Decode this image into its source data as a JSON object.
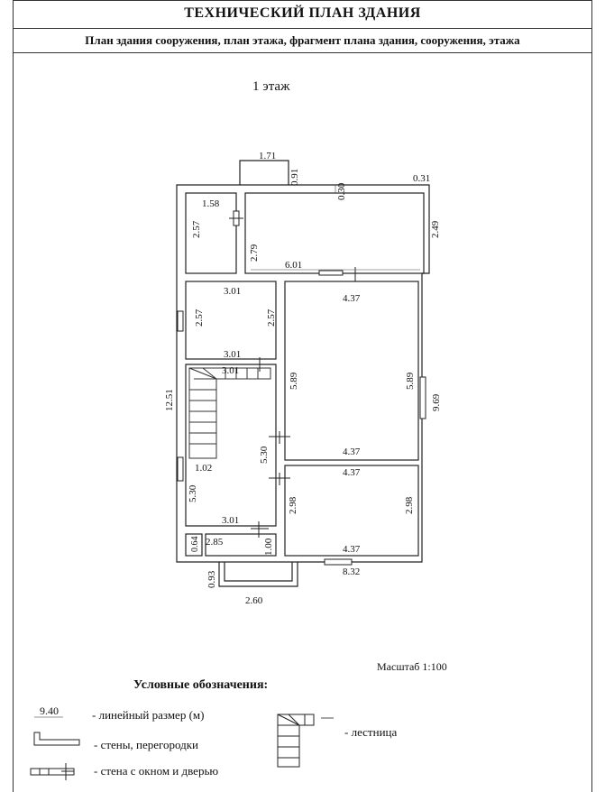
{
  "header": {
    "title": "ТЕХНИЧЕСКИЙ ПЛАН ЗДАНИЯ",
    "subtitle": "План здания сооружения, план этажа, фрагмент плана здания, сооружения, этажа"
  },
  "floor_label": "1 этаж",
  "dimensions": {
    "porch_top_w": "1.71",
    "porch_top_h": "0.91",
    "hall_gap": "0.30",
    "corner": "0.31",
    "room1_w": "1.58",
    "room1_h": "2.57",
    "hall_h": "2.79",
    "hall_w": "6.01",
    "right_top_h": "2.49",
    "room2_w": "3.01",
    "room2_h_left": "2.57",
    "room2_h_right": "2.57",
    "big_room_w_top": "4.37",
    "stair_w_top": "3.01",
    "stair_w_inner": "3.01",
    "total_h": "12.51",
    "big_room_h_left": "5.89",
    "big_room_h_right": "5.89",
    "right_total_h": "9.69",
    "corridor_h": "5.30",
    "big_room_w_bottom": "4.37",
    "room4_w_top": "4.37",
    "corridor_w": "1.02",
    "left_bottom_h": "5.30",
    "room4_h_left": "2.98",
    "room4_h_right": "2.98",
    "corridor_w_bottom": "3.01",
    "small_h": "0.64",
    "small_w": "2.85",
    "vest_h": "1.00",
    "room4_w_bottom": "4.37",
    "total_w": "8.32",
    "porch_bottom_h": "0.93",
    "porch_bottom_w": "2.60"
  },
  "scale": "Масштаб 1:100",
  "legend": {
    "title": "Условные обозначения:",
    "sample_value": "9.40",
    "linear_size": "- линейный размер (м)",
    "walls": "- стены, перегородки",
    "wall_window_door": "- стена с окном и дверью",
    "stairs": "- лестница"
  }
}
